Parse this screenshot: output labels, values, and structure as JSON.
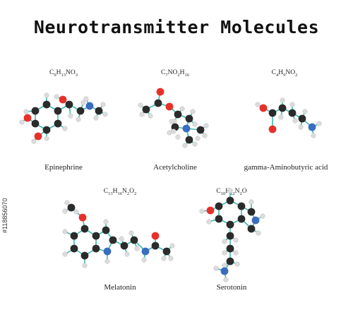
{
  "title": "Neurotransmitter Molecules",
  "watermark_id": "#118856070",
  "colors": {
    "carbon": "#2b2b2b",
    "hydrogen": "#dcdcdc",
    "oxygen": "#e8302a",
    "nitrogen": "#3a6cc0",
    "bond": "#3fb9b0"
  },
  "molecules": [
    {
      "formula": [
        "C",
        "9",
        "H",
        "13",
        "NO",
        "3",
        ""
      ],
      "name": "Epinephrine"
    },
    {
      "formula": [
        "C",
        "7",
        "NO",
        "2",
        "H",
        "16",
        ""
      ],
      "name": "Acetylcholine"
    },
    {
      "formula": [
        "C",
        "4",
        "H",
        "9",
        "NO",
        "2",
        ""
      ],
      "name": "gamma-Aminobutyric acid"
    },
    {
      "formula": [
        "C",
        "13",
        "H",
        "16",
        "N",
        "2",
        "O",
        "2"
      ],
      "name": "Melatonin"
    },
    {
      "formula": [
        "C",
        "10",
        "H",
        "12",
        "N",
        "2",
        "O",
        ""
      ],
      "name": "Serotonin"
    }
  ]
}
